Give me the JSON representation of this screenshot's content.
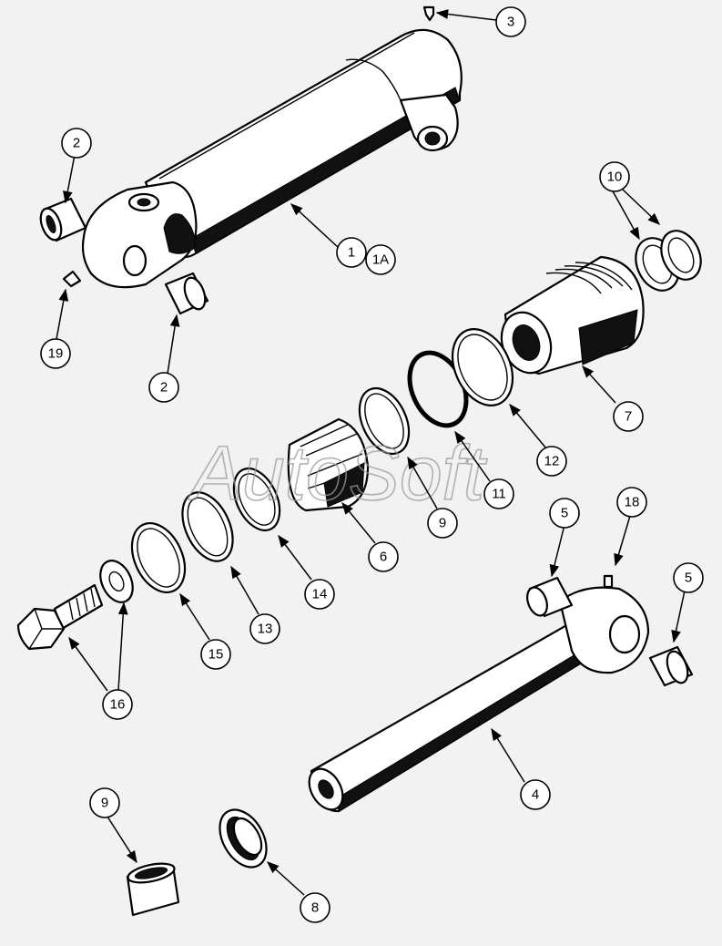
{
  "watermark": "AutoSoft",
  "callouts": [
    {
      "id": "c1",
      "label": "1"
    },
    {
      "id": "c1a",
      "label": "1A"
    },
    {
      "id": "c2a",
      "label": "2"
    },
    {
      "id": "c2b",
      "label": "2"
    },
    {
      "id": "c3",
      "label": "3"
    },
    {
      "id": "c4",
      "label": "4"
    },
    {
      "id": "c5a",
      "label": "5"
    },
    {
      "id": "c5b",
      "label": "5"
    },
    {
      "id": "c6",
      "label": "6"
    },
    {
      "id": "c7",
      "label": "7"
    },
    {
      "id": "c8",
      "label": "8"
    },
    {
      "id": "c9a",
      "label": "9"
    },
    {
      "id": "c9b",
      "label": "9"
    },
    {
      "id": "c10",
      "label": "10"
    },
    {
      "id": "c11",
      "label": "11"
    },
    {
      "id": "c12",
      "label": "12"
    },
    {
      "id": "c13",
      "label": "13"
    },
    {
      "id": "c14",
      "label": "14"
    },
    {
      "id": "c15",
      "label": "15"
    },
    {
      "id": "c16",
      "label": "16"
    },
    {
      "id": "c18",
      "label": "18"
    },
    {
      "id": "c19",
      "label": "19"
    }
  ]
}
